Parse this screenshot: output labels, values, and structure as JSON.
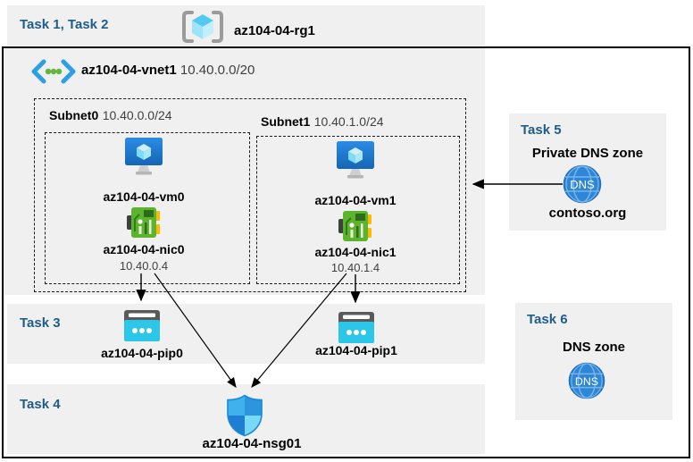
{
  "colors": {
    "accent_blue": "#1f5c87",
    "panel_gray": "#f0f0f0",
    "line_black": "#000000",
    "vm_blue": "#1e74c6",
    "nic_green": "#5cb32e",
    "pip_cyan": "#2cc6e9",
    "nsg_blue": "#2e9fe6",
    "dns_blue": "#2e86d6"
  },
  "header": {
    "tasks_label": "Task 1, Task 2",
    "resource_group": "az104-04-rg1"
  },
  "vnet": {
    "name": "az104-04-vnet1",
    "cidr": "10.40.0.0/20",
    "subnets": [
      {
        "name": "Subnet0",
        "cidr": "10.40.0.0/24",
        "vm": "az104-04-vm0",
        "nic": "az104-04-nic0",
        "ip": "10.40.0.4"
      },
      {
        "name": "Subnet1",
        "cidr": "10.40.1.0/24",
        "vm": "az104-04-vm1",
        "nic": "az104-04-nic1",
        "ip": "10.40.1.4"
      }
    ]
  },
  "task3": {
    "label": "Task 3",
    "pip0": "az104-04-pip0",
    "pip1": "az104-04-pip1"
  },
  "task4": {
    "label": "Task 4",
    "nsg": "az104-04-nsg01"
  },
  "task5": {
    "label": "Task 5",
    "title": "Private DNS zone",
    "zone_name": "contoso.org"
  },
  "task6": {
    "label": "Task 6",
    "title": "DNS zone"
  },
  "icons": {
    "dns_icon_text": "DNS",
    "resource_group": "resource-group-icon",
    "virtual_network": "virtual-network-icon",
    "virtual_machine": "virtual-machine-icon",
    "network_interface": "nic-icon",
    "public_ip": "public-ip-icon",
    "network_security_group": "nsg-shield-icon",
    "dns_zone": "dns-globe-icon"
  }
}
